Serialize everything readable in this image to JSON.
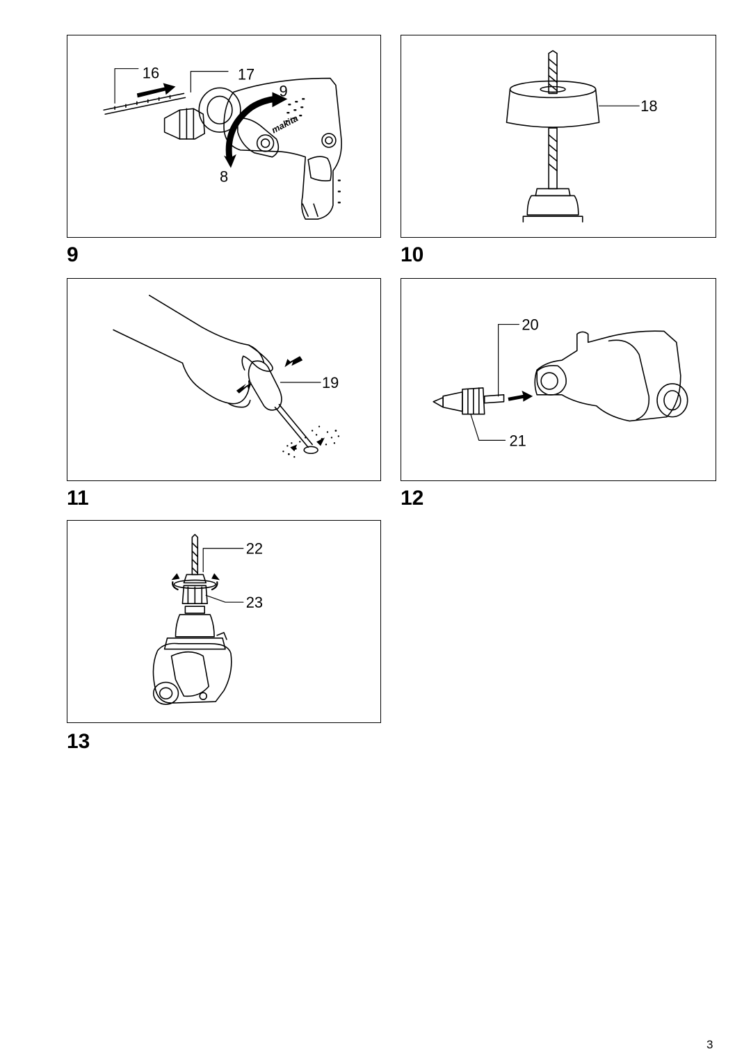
{
  "figures": [
    {
      "number": "9",
      "callouts": {
        "a": "16",
        "b": "17",
        "c": "9",
        "d": "8"
      },
      "watermark": "makita"
    },
    {
      "number": "10",
      "callouts": {
        "a": "18"
      }
    },
    {
      "number": "11",
      "callouts": {
        "a": "19"
      }
    },
    {
      "number": "12",
      "callouts": {
        "a": "20",
        "b": "21"
      }
    },
    {
      "number": "13",
      "callouts": {
        "a": "22",
        "b": "23"
      }
    }
  ],
  "page_number": "3"
}
